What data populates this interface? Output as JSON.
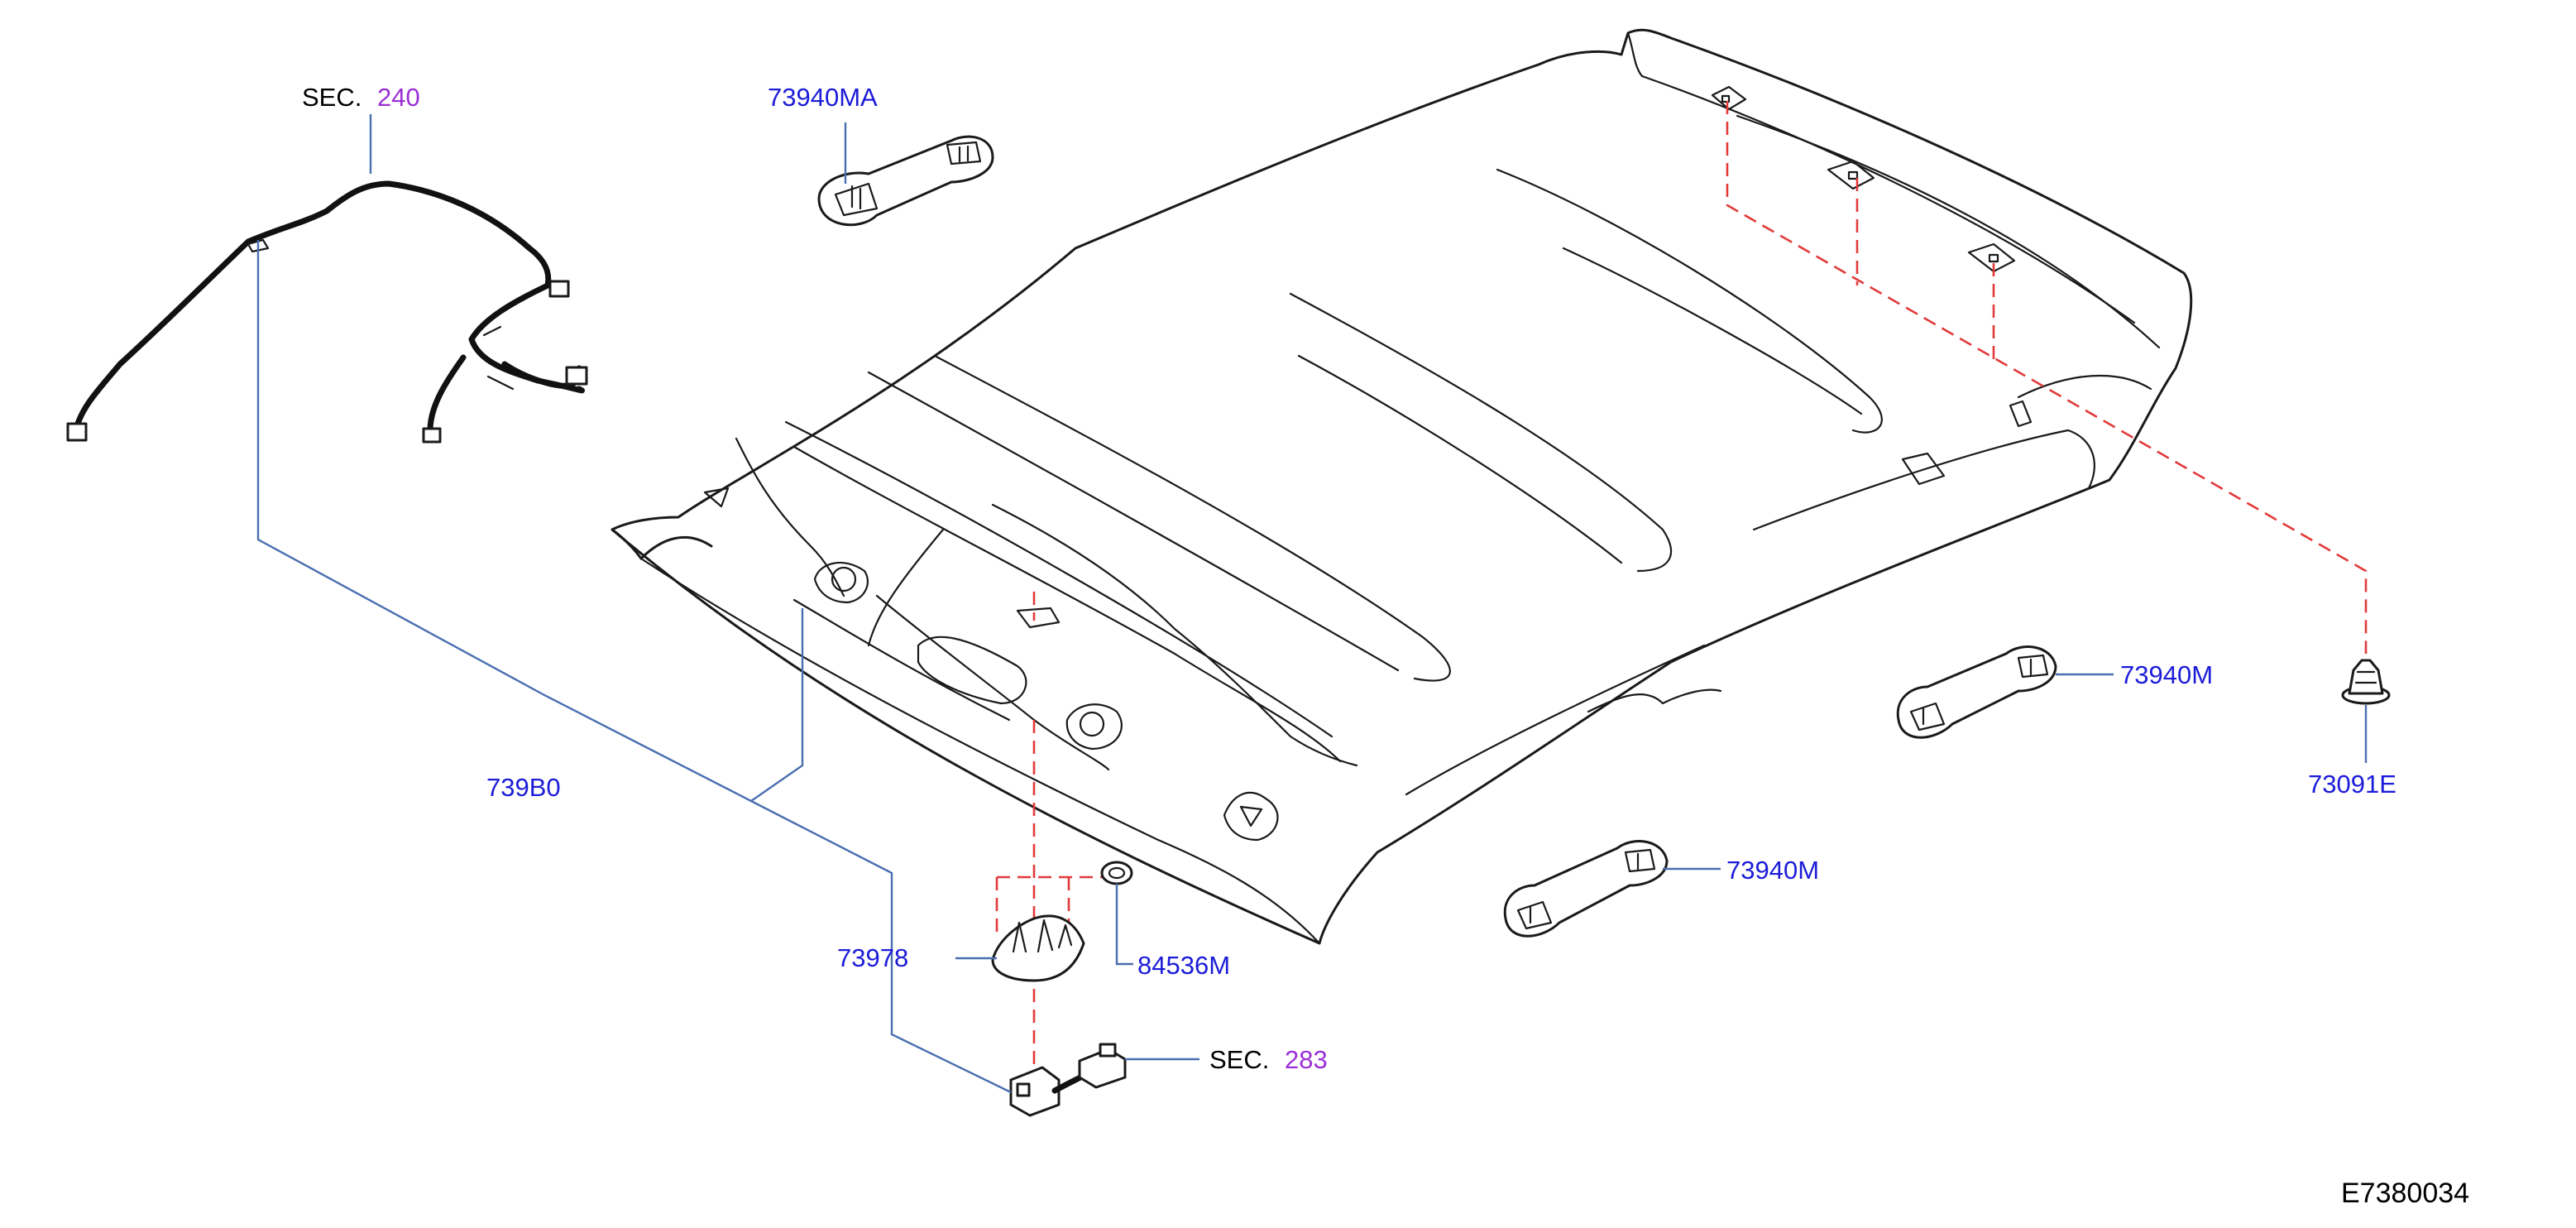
{
  "labels": {
    "sec_word": "SEC.",
    "sec_240": "240",
    "sec_283": "283",
    "p_73940MA": "73940MA",
    "p_73940M_a": "73940M",
    "p_73940M_b": "73940M",
    "p_73091E": "73091E",
    "p_739B0": "739B0",
    "p_73978": "73978",
    "p_84536M": "84536M",
    "drawing_id": "E7380034"
  },
  "colors": {
    "part_number": "#1c1cd8",
    "section_number": "#9a2fd6",
    "leader_line": "#4a6fb0",
    "hidden_line": "#e23a3a",
    "outline": "#1a1a1a"
  }
}
